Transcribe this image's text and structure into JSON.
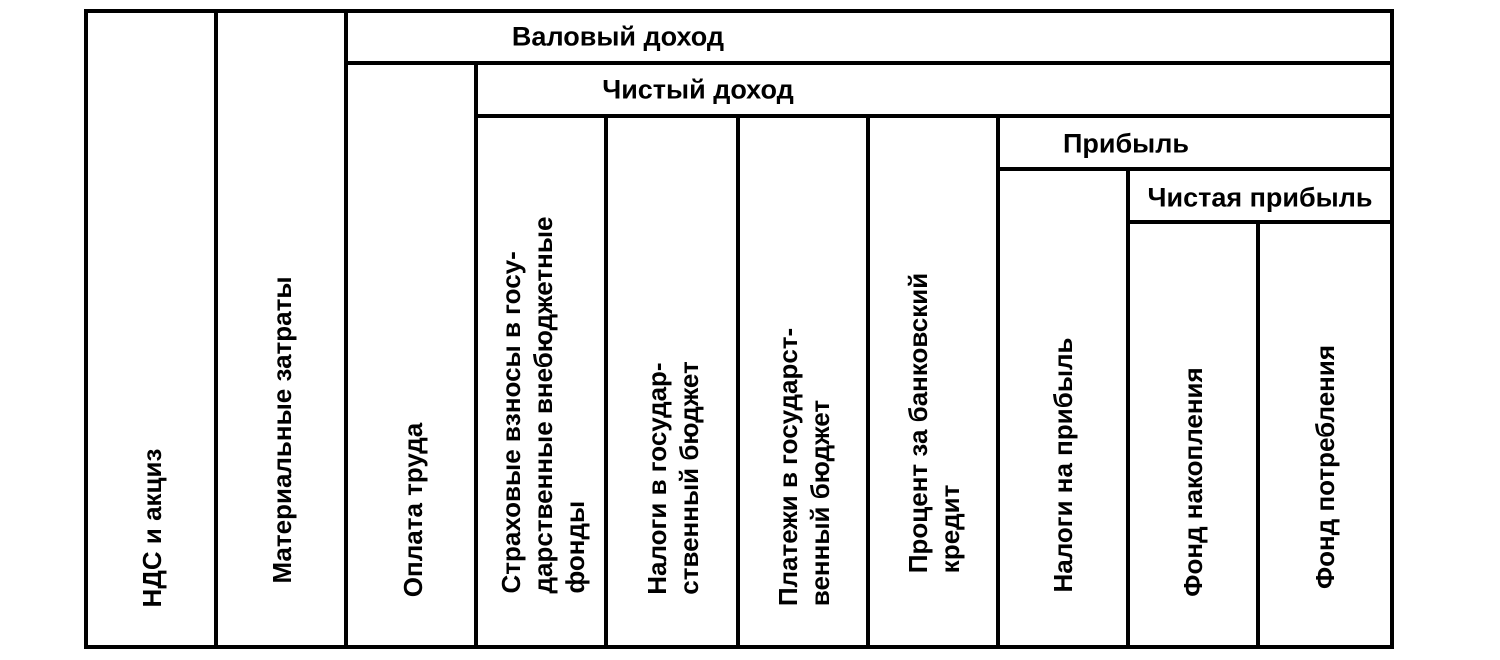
{
  "header_levels": {
    "gross_income": "Валовый доход",
    "net_income": "Чистый доход",
    "profit": "Прибыль",
    "net_profit": "Чистая прибыль"
  },
  "columns": [
    "НДС и акциз",
    "Материальные затраты",
    "Оплата труда",
    "Страховые взносы в госу-\nдарственные внебюджетные\nфонды",
    "Налоги в государ-\nственный бюджет",
    "Платежи в государст-\nвенный бюджет",
    "Процент за банковский\nкредит",
    "Налоги на прибыль",
    "Фонд накопления",
    "Фонд потребления"
  ]
}
